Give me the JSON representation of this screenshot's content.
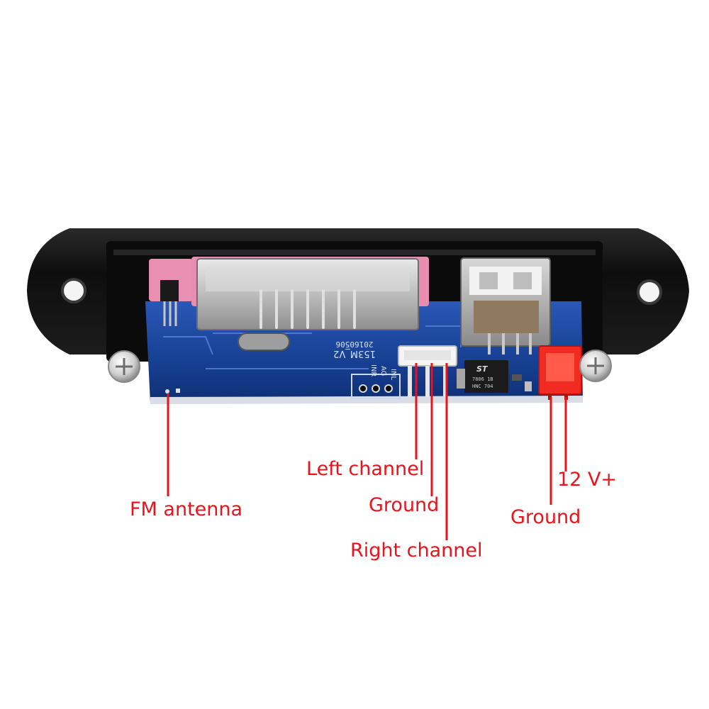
{
  "pcb": {
    "model_text": "153M_V2",
    "date_text": "20160506",
    "pin_labels": [
      "INL",
      "AG",
      "INR"
    ]
  },
  "chip": {
    "brand_text": "ST",
    "line2_text": "7806 1B",
    "line3_text": "HNC 704"
  },
  "callouts": {
    "fm_antenna": "FM antenna",
    "left_channel": "Left channel",
    "ground_audio": "Ground",
    "right_channel": "Right channel",
    "power_positive": "12 V+",
    "ground_power": "Ground"
  },
  "colors": {
    "callout": "#e8131b",
    "board": "#1b3f8e",
    "bezel": "#141414",
    "power_connector": "#f12a22"
  }
}
